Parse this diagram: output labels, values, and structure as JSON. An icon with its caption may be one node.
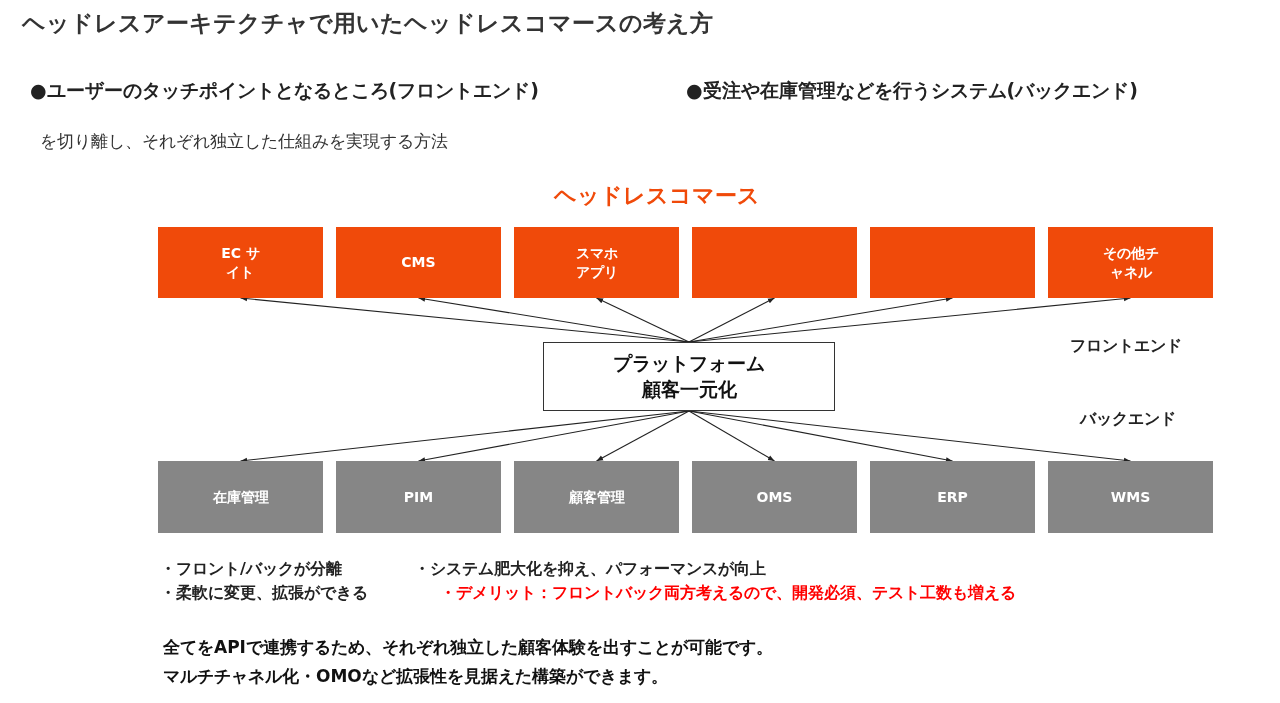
{
  "diagram": {
    "title": "ヘッドレスアーキテクチャで用いたヘッドレスコマースの考え方",
    "nodes": [
      {
        "text": [
          "EC サイト"
        ]
      },
      {
        "text": [
          "CMS"
        ]
      },
      {
        "text": [
          "スマホアプリ"
        ]
      },
      {
        "text": [],
        "shape": "box"
      },
      {
        "text": [],
        "shape": "box"
      },
      {
        "text": [
          "その他チャネル"
        ]
      },
      {
        "text": [
          "プラットフォーム",
          "顧客一元化"
        ]
      },
      {
        "text": [
          "在庫管理"
        ]
      },
      {
        "text": [
          "PIM"
        ]
      },
      {
        "text": [
          "顧客管理"
        ]
      },
      {
        "text": [
          "OMS"
        ]
      },
      {
        "text": [
          "ERP"
        ]
      },
      {
        "text": [
          "WMS"
        ]
      }
    ],
    "edges": [
      {
        "from": 6,
        "to": 0,
        "arrow": "to"
      },
      {
        "from": 6,
        "to": 1,
        "arrow": "to"
      },
      {
        "from": 6,
        "to": 2,
        "arrow": "to"
      },
      {
        "from": 6,
        "to": 3,
        "arrow": "to"
      },
      {
        "from": 6,
        "to": 4,
        "arrow": "to"
      },
      {
        "from": 6,
        "to": 5,
        "arrow": "to"
      },
      {
        "from": 6,
        "to": 7,
        "arrow": "to"
      },
      {
        "from": 6,
        "to": 8,
        "arrow": "to"
      },
      {
        "from": 6,
        "to": 9,
        "arrow": "to"
      },
      {
        "from": 6,
        "to": 10,
        "arrow": "to"
      },
      {
        "from": 6,
        "to": 11,
        "arrow": "to"
      },
      {
        "from": 6,
        "to": 12,
        "arrow": "to"
      }
    ],
    "labels": [
      "●ユーザーのタッチポイントとなるところ(フロントエンド)",
      "●受注や在庫管理などを行うシステム(バックエンド)",
      "を切り離し、それぞれ独立した仕組みを実現する方法",
      "ヘッドレスコマース",
      "フロントエンド",
      "バックエンド",
      "・フロント/バックが分離",
      "・システム肥大化を抑え、パフォーマンスが向上",
      "・柔軟に変更、拡張ができる",
      "・デメリット：フロントバック両方考えるので、開発必須、テスト工数も増える",
      "全てをAPIで連携するため、それぞれ独立した顧客体験を出すことが可能です。",
      "マルチチャネル化・OMOなど拡張性を見据えた構築ができます。"
    ]
  }
}
